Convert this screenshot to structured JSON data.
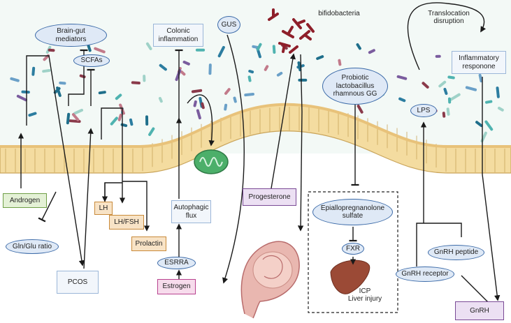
{
  "labels": {
    "brain_gut": "Brain-gut\nmediators",
    "scfas": "SCFAs",
    "colonic": "Colonic\ninflammation",
    "gus": "GUS",
    "bifido": "bifidobacteria",
    "probiotic": "Probiotic\nlactobacillus\nrhamnous GG",
    "translocation": "Translocation\ndisruption",
    "inflammatory": "Inflammatory\nresponone",
    "lps": "LPS",
    "androgen": "Androgen",
    "gln_glu": "Gln/Glu ratio",
    "pcos": "PCOS",
    "lh": "LH",
    "lh_fsh": "LH/FSH",
    "prolactin": "Prolactin",
    "autophagic": "Autophagic\nflux",
    "esrra": "ESRRA",
    "estrogen": "Estrogen",
    "progesterone": "Progesterone",
    "epiallo": "Epiallopregnanolone\nsulfate",
    "fxr": "FXR",
    "icp": "ICP\nLiver injury",
    "gnrh_peptide": "GnRH peptide",
    "gnrh_receptor": "GnRH receptor",
    "gnrh": "GnRH"
  },
  "colors": {
    "epithelium": "#f4dca0",
    "epithelium_border": "#c9a45a",
    "ellipse_fill": "#dfe9f6",
    "ellipse_border": "#3b6aa8",
    "arrow": "#1a1a1a"
  }
}
